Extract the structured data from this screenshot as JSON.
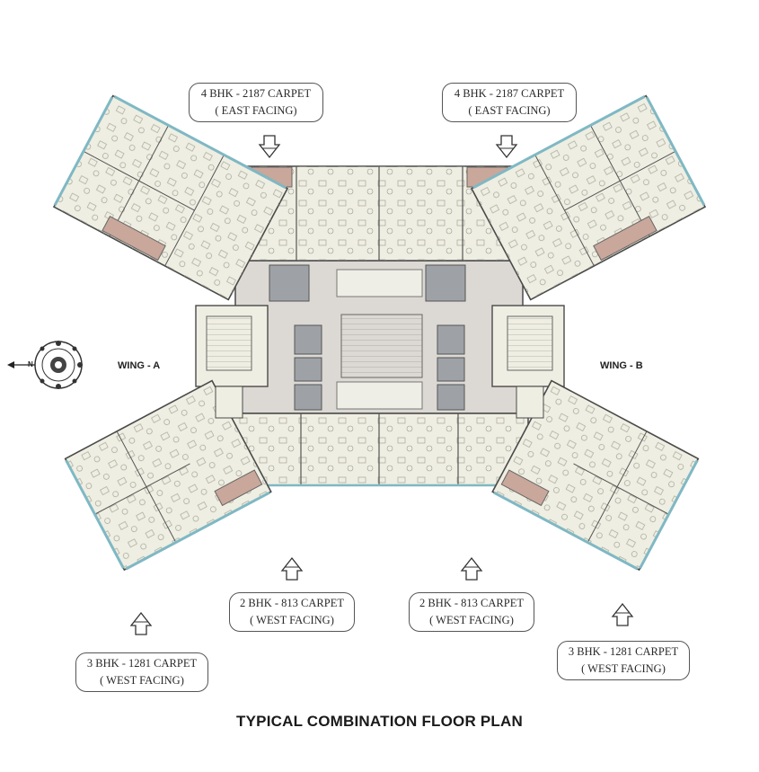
{
  "units": {
    "top_left": {
      "line1": "4 BHK - 2187 CARPET",
      "line2": "( EAST FACING)"
    },
    "top_right": {
      "line1": "4 BHK - 2187 CARPET",
      "line2": "( EAST FACING)"
    },
    "mid_left": {
      "line1": "2 BHK - 813 CARPET",
      "line2": "( WEST FACING)"
    },
    "mid_right": {
      "line1": "2 BHK - 813 CARPET",
      "line2": "( WEST FACING)"
    },
    "bottom_left": {
      "line1": "3 BHK - 1281 CARPET",
      "line2": "( WEST FACING)"
    },
    "bottom_right": {
      "line1": "3 BHK - 1281 CARPET",
      "line2": "( WEST FACING)"
    }
  },
  "wings": {
    "a": "WING - A",
    "b": "WING - B"
  },
  "compass": {
    "north_letter": "N"
  },
  "title": "TYPICAL COMBINATION FLOOR PLAN",
  "colors": {
    "floor": "#efeee2",
    "wall": "#4a4a4a",
    "core": "#d9d6d2",
    "lift": "#9a9ea3",
    "balcony": "#c9a79a",
    "glass": "#7fb8c4",
    "furniture": "#8a8a80"
  }
}
